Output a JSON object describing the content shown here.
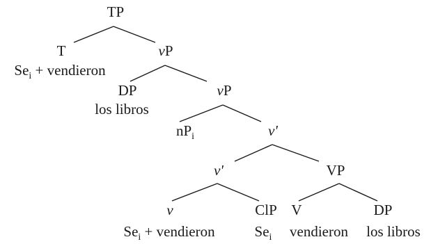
{
  "tree": {
    "nodes": [
      {
        "id": "tp",
        "parts": [
          {
            "t": "TP"
          }
        ]
      },
      {
        "id": "t",
        "parts": [
          {
            "t": "T"
          }
        ]
      },
      {
        "id": "t-word",
        "parts": [
          {
            "t": "Se"
          },
          {
            "t": "i",
            "sub": true
          },
          {
            "t": " + vendieron"
          }
        ]
      },
      {
        "id": "vp1",
        "parts": [
          {
            "t": "v",
            "it": true
          },
          {
            "t": "P"
          }
        ]
      },
      {
        "id": "dp1",
        "parts": [
          {
            "t": "DP"
          }
        ]
      },
      {
        "id": "dp1-word",
        "parts": [
          {
            "t": "los libros"
          }
        ]
      },
      {
        "id": "vp2",
        "parts": [
          {
            "t": "v",
            "it": true
          },
          {
            "t": "P"
          }
        ]
      },
      {
        "id": "np",
        "parts": [
          {
            "t": "nP"
          },
          {
            "t": "i",
            "sub": true
          }
        ]
      },
      {
        "id": "vbar1",
        "parts": [
          {
            "t": "v'",
            "it": true
          }
        ]
      },
      {
        "id": "vbar2",
        "parts": [
          {
            "t": "v'",
            "it": true
          }
        ]
      },
      {
        "id": "vp3",
        "parts": [
          {
            "t": "VP"
          }
        ]
      },
      {
        "id": "v-small",
        "parts": [
          {
            "t": "v",
            "it": true
          }
        ]
      },
      {
        "id": "v-word",
        "parts": [
          {
            "t": "Se"
          },
          {
            "t": "i",
            "sub": true
          },
          {
            "t": " + vendieron"
          }
        ]
      },
      {
        "id": "clp",
        "parts": [
          {
            "t": "ClP"
          }
        ]
      },
      {
        "id": "clp-word",
        "parts": [
          {
            "t": "Se"
          },
          {
            "t": "i",
            "sub": true
          }
        ]
      },
      {
        "id": "vv",
        "parts": [
          {
            "t": "V"
          }
        ]
      },
      {
        "id": "vv-word",
        "parts": [
          {
            "t": "vendieron"
          }
        ]
      },
      {
        "id": "dp2",
        "parts": [
          {
            "t": "DP"
          }
        ]
      },
      {
        "id": "dp2-word",
        "parts": [
          {
            "t": "los libros"
          }
        ]
      }
    ],
    "edges": [
      [
        "tp",
        "t"
      ],
      [
        "tp",
        "vp1"
      ],
      [
        "vp1",
        "dp1"
      ],
      [
        "vp1",
        "vp2"
      ],
      [
        "vp2",
        "np"
      ],
      [
        "vp2",
        "vbar1"
      ],
      [
        "vbar1",
        "vbar2"
      ],
      [
        "vbar1",
        "vp3"
      ],
      [
        "vbar2",
        "v-small"
      ],
      [
        "vbar2",
        "clp"
      ],
      [
        "vp3",
        "vv"
      ],
      [
        "vp3",
        "dp2"
      ]
    ]
  }
}
